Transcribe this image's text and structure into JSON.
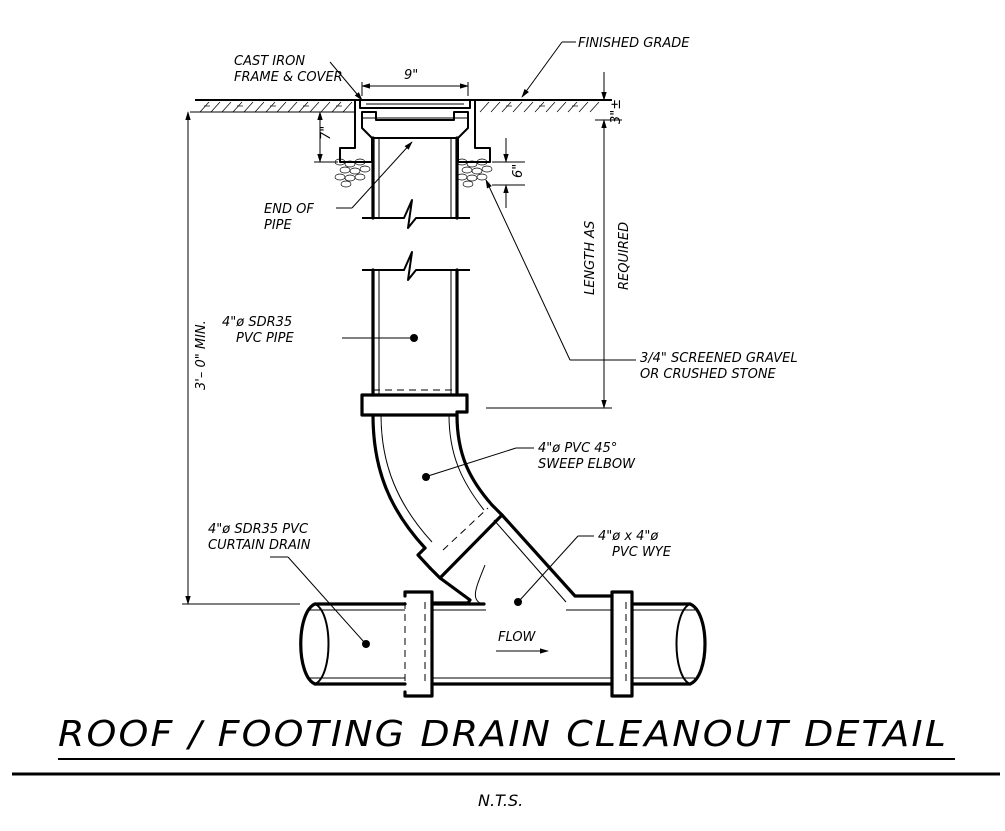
{
  "labels": {
    "finished_grade": "FINISHED GRADE",
    "cast_iron_1": "CAST IRON",
    "cast_iron_2": "FRAME & COVER",
    "dim_9": "9\"",
    "dim_7": "7\"",
    "dim_6": "6\"",
    "dim_3": "3\"±",
    "end_pipe_1": "END OF",
    "end_pipe_2": "PIPE",
    "length_1": "LENGTH AS",
    "length_2": "REQUIRED",
    "min_depth": "3'– 0\" MIN.",
    "pvc_pipe_1": "4\"ø SDR35",
    "pvc_pipe_2": "PVC PIPE",
    "gravel_1": "3/4\" SCREENED GRAVEL",
    "gravel_2": "OR CRUSHED STONE",
    "elbow_1": "4\"ø PVC 45°",
    "elbow_2": "SWEEP ELBOW",
    "curtain_1": "4\"ø SDR35 PVC",
    "curtain_2": "CURTAIN DRAIN",
    "wye_1": "4\"ø x 4\"ø",
    "wye_2": "PVC WYE",
    "flow": "FLOW"
  },
  "title": "ROOF / FOOTING DRAIN CLEANOUT DETAIL",
  "scale_note": "N.T.S."
}
